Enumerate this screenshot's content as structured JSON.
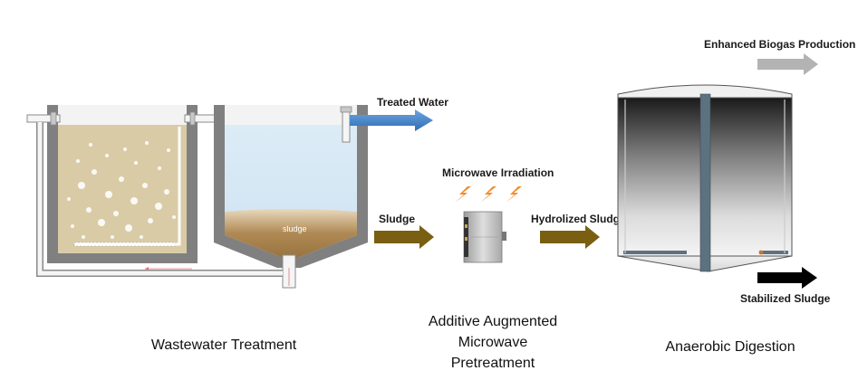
{
  "labels": {
    "treated_water": "Treated Water",
    "sludge_in_tank": "sludge",
    "sludge_arrow": "Sludge",
    "microwave_irradiation": "Microwave Irradiation",
    "hydrolized_sludge": "Hydrolized Sludge",
    "enhanced_biogas": "Enhanced Biogas Production",
    "stabilized_sludge": "Stabilized Sludge"
  },
  "captions": {
    "wastewater": "Wastewater Treatment",
    "pretreatment_line1": "Additive Augmented",
    "pretreatment_line2": "Microwave",
    "pretreatment_line3": "Pretreatment",
    "digestion": "Anaerobic Digestion"
  },
  "colors": {
    "wall": "#808080",
    "wastewater": "#d9cba6",
    "clear_water": "#d6e9f5",
    "sludge": "#b08a55",
    "arrow_sludge": "#7a5f12",
    "arrow_treated": "#3f7fc8",
    "arrow_biogas": "#b3b3b3",
    "arrow_stabilized": "#000000",
    "lightning": "#f28c28"
  }
}
